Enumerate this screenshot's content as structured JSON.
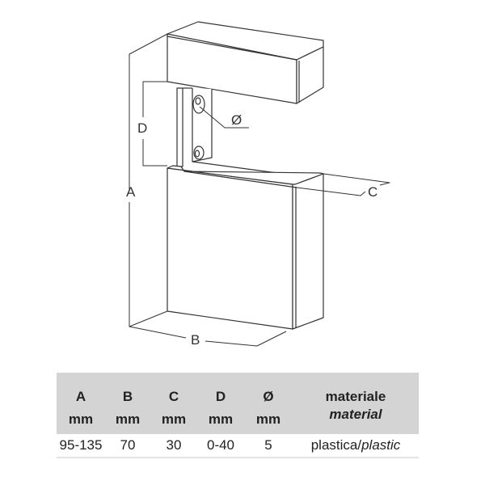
{
  "drawing": {
    "labels": {
      "A": "A",
      "B": "B",
      "C": "C",
      "D": "D",
      "diameter": "Ø"
    },
    "line_color": "#333333"
  },
  "table": {
    "header_bg": "#d4d4d4",
    "columns": [
      {
        "key": "A",
        "label": "A",
        "unit": "mm",
        "value": "95-135"
      },
      {
        "key": "B",
        "label": "B",
        "unit": "mm",
        "value": "70"
      },
      {
        "key": "C",
        "label": "C",
        "unit": "mm",
        "value": "30"
      },
      {
        "key": "D",
        "label": "D",
        "unit": "mm",
        "value": "0-40"
      },
      {
        "key": "diameter",
        "label": "Ø",
        "unit": "mm",
        "value": "5"
      }
    ],
    "material": {
      "header_it": "materiale",
      "header_en": "material",
      "value_it": "plastica/",
      "value_en": "plastic"
    }
  }
}
